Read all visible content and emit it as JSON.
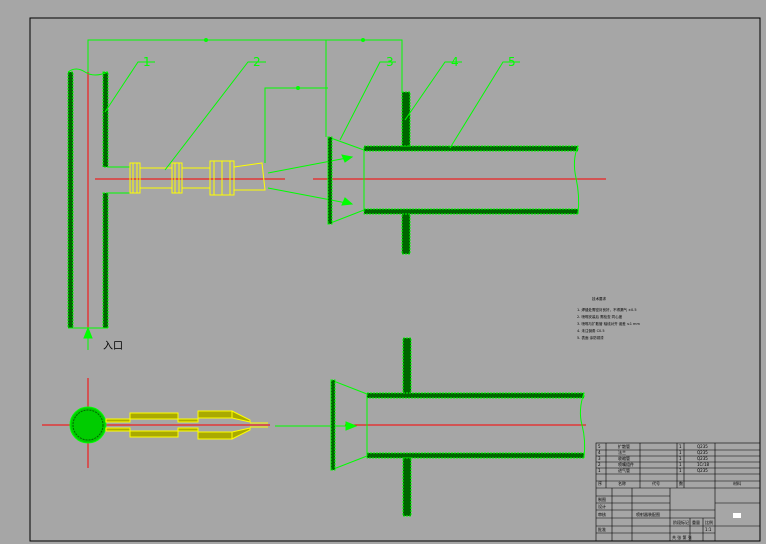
{
  "drawing": {
    "callouts": [
      "1",
      "2",
      "3",
      "4",
      "5"
    ],
    "inlet_label": "入口"
  },
  "notes": {
    "title": "技术要求",
    "lines": [
      "1. 焊缝处需密封良好，不得漏气 ±0.5",
      "2. 喷嘴安装后 需检查 同心度",
      "3. 喷嘴与扩散管 轴线对齐 误差 ≤1 mm",
      "4. 未注倒角 C0.5",
      "5. 表面 涂防锈漆"
    ]
  },
  "title_block": {
    "bom_rows": [
      [
        "5",
        "扩散管",
        "",
        "1",
        "Q235"
      ],
      [
        "4",
        "法兰",
        "",
        "1",
        "Q235"
      ],
      [
        "3",
        "收缩管",
        "",
        "1",
        "Q235"
      ],
      [
        "2",
        "喷嘴组件",
        "",
        "1",
        "1Cr18"
      ],
      [
        "1",
        "进气管",
        "",
        "1",
        "Q235"
      ]
    ],
    "bom_header": [
      "序",
      "名称",
      "代号",
      "数",
      "材料"
    ],
    "drawing_name": "喷射器装配图",
    "scale_label": "比例",
    "scale_value": "1:1",
    "sheet_label": "共 张 第 张",
    "designer_label": "设计",
    "checker_label": "审核",
    "approver_label": "批准",
    "drawn_label": "制图",
    "company": "",
    "stage_label": "阶段标记",
    "weight_label": "重量",
    "ratio_label": "比例"
  }
}
